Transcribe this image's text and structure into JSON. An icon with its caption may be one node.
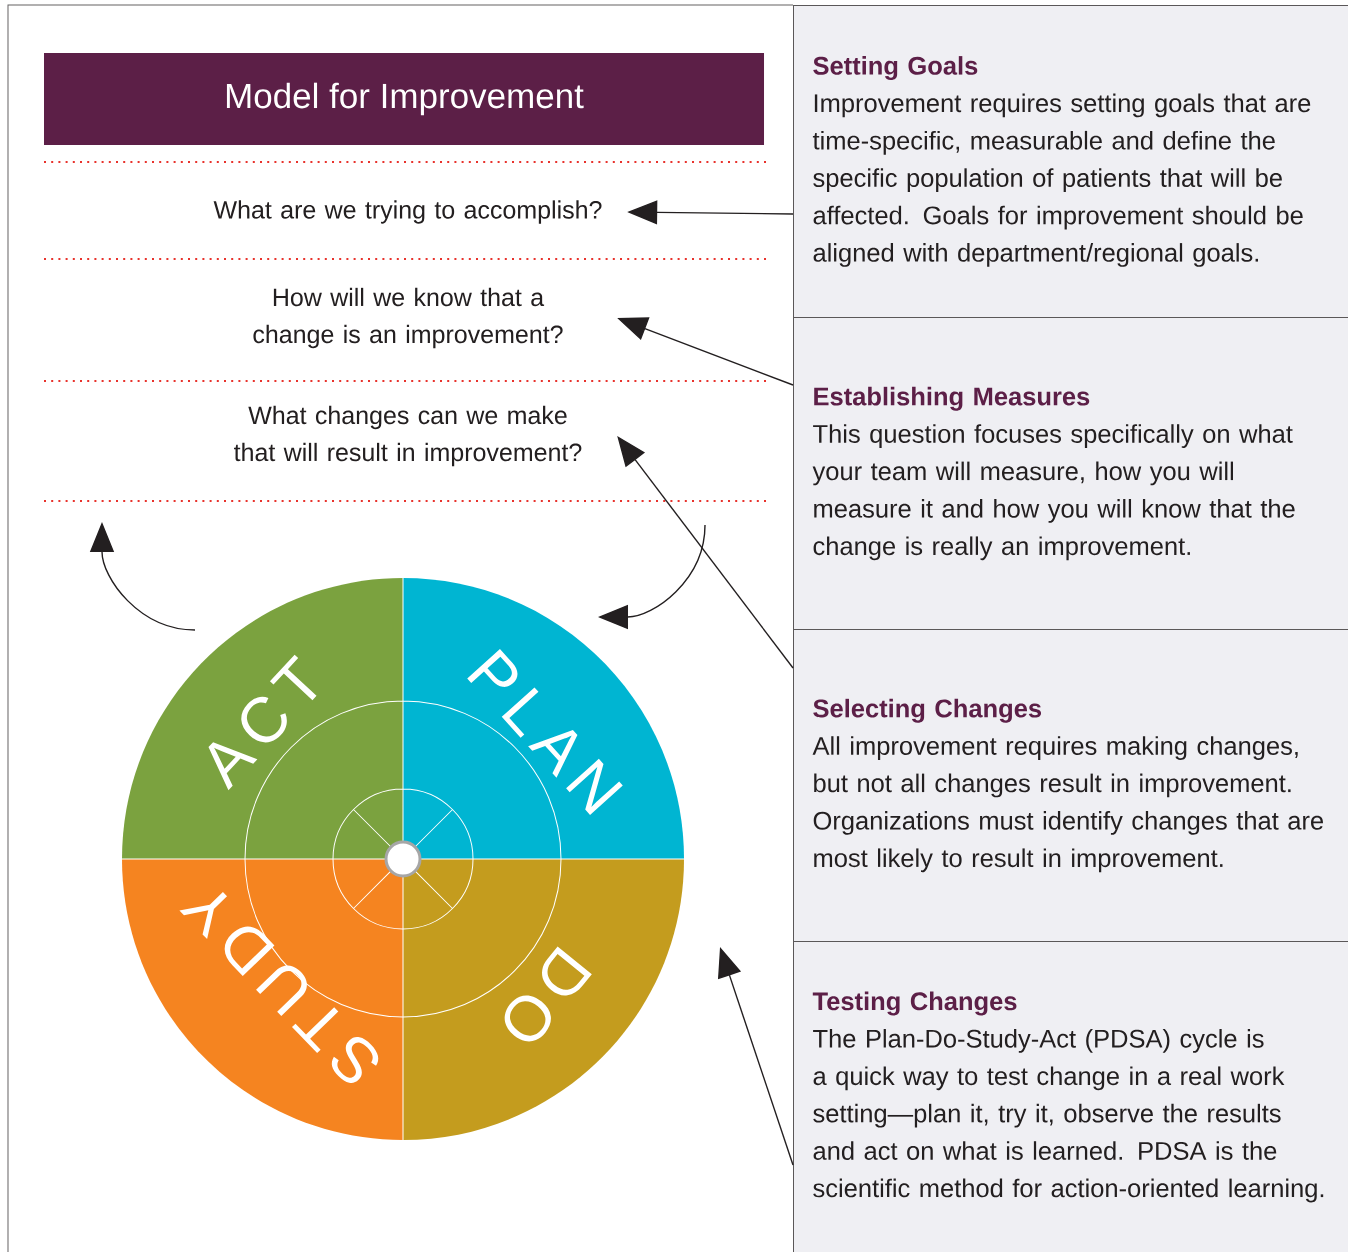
{
  "diagram": {
    "nodes": [
      {
        "text": [
          "Model for Improvement"
        ]
      },
      {
        "text": [
          "What are we trying to accomplish?"
        ]
      },
      {
        "text": [
          "How will we know that a change is an improvement?"
        ]
      },
      {
        "text": [
          "What changes can we make that will result in improvement?"
        ]
      },
      {
        "text": [
          "Setting Goals",
          "Improvement requires setting goals that are time-specific, measurable and define the specific population of patients that will be affected. Goals for improvement should be aligned with department/regional goals."
        ]
      },
      {
        "text": [
          "Establishing Measures",
          "This question focuses specifically on what your team will measure, how you will measure it and how you will know that the change is really an improvement."
        ]
      },
      {
        "text": [
          "Selecting Changes",
          "All improvement requires making changes, but not all changes result in improvement. Organizations must identify changes that are most likely to result in improvement."
        ]
      },
      {
        "text": [
          "Testing Changes",
          "The Plan-Do-Study-Act (PDSA) cycle is a quick way to test change in a real work setting—plan it, try it, observe the results and act on what is learned. PDSA is the scientific method for action-oriented learning."
        ]
      },
      {
        "text": [
          "PLAN"
        ]
      },
      {
        "text": [
          "DO"
        ]
      },
      {
        "text": [
          "STUDY"
        ]
      },
      {
        "text": [
          "ACT"
        ]
      }
    ],
    "edges": [
      {
        "from": 4,
        "to": 1,
        "arrow": "to"
      },
      {
        "from": 5,
        "to": 2,
        "arrow": "to"
      },
      {
        "from": 6,
        "to": 3,
        "arrow": "to"
      },
      {
        "from": 7,
        "to": 9,
        "arrow": "to"
      },
      {
        "from": null,
        "to": 8,
        "arrow": "to"
      },
      {
        "from": 11,
        "to": null,
        "arrow": "to"
      }
    ]
  }
}
